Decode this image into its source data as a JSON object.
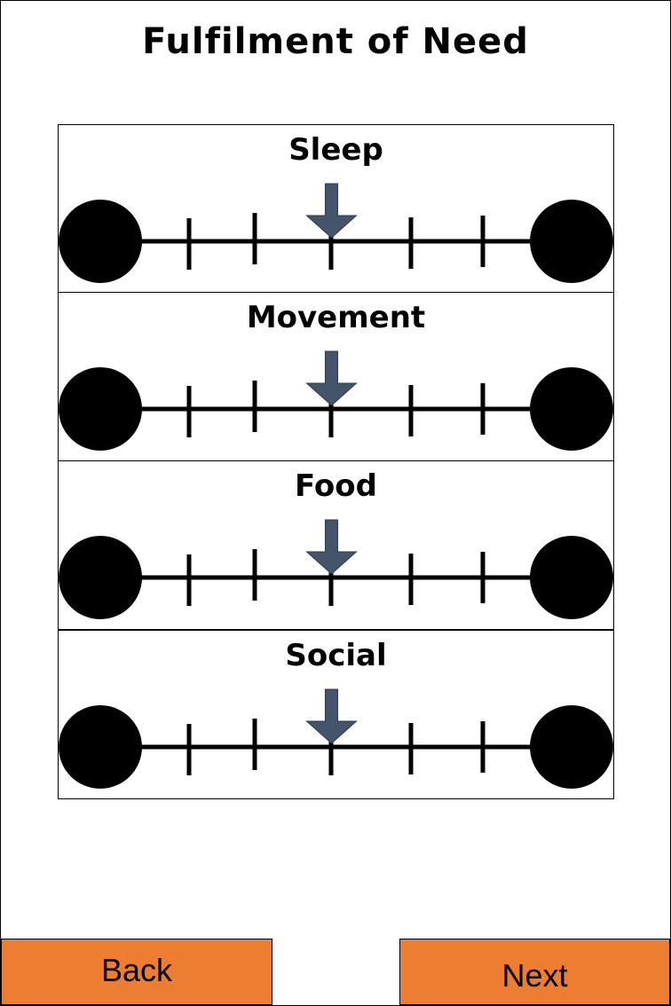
{
  "page": {
    "title": "Fulfilment of Need"
  },
  "scales": [
    {
      "label": "Sleep",
      "value": 0.5
    },
    {
      "label": "Movement",
      "value": 0.5
    },
    {
      "label": "Food",
      "value": 0.5
    },
    {
      "label": "Social",
      "value": 0.5
    }
  ],
  "navigation": {
    "back_label": "Back",
    "next_label": "Next"
  },
  "colors": {
    "button": "#ed7d31",
    "pointer": "#44546a",
    "line": "#000000"
  }
}
